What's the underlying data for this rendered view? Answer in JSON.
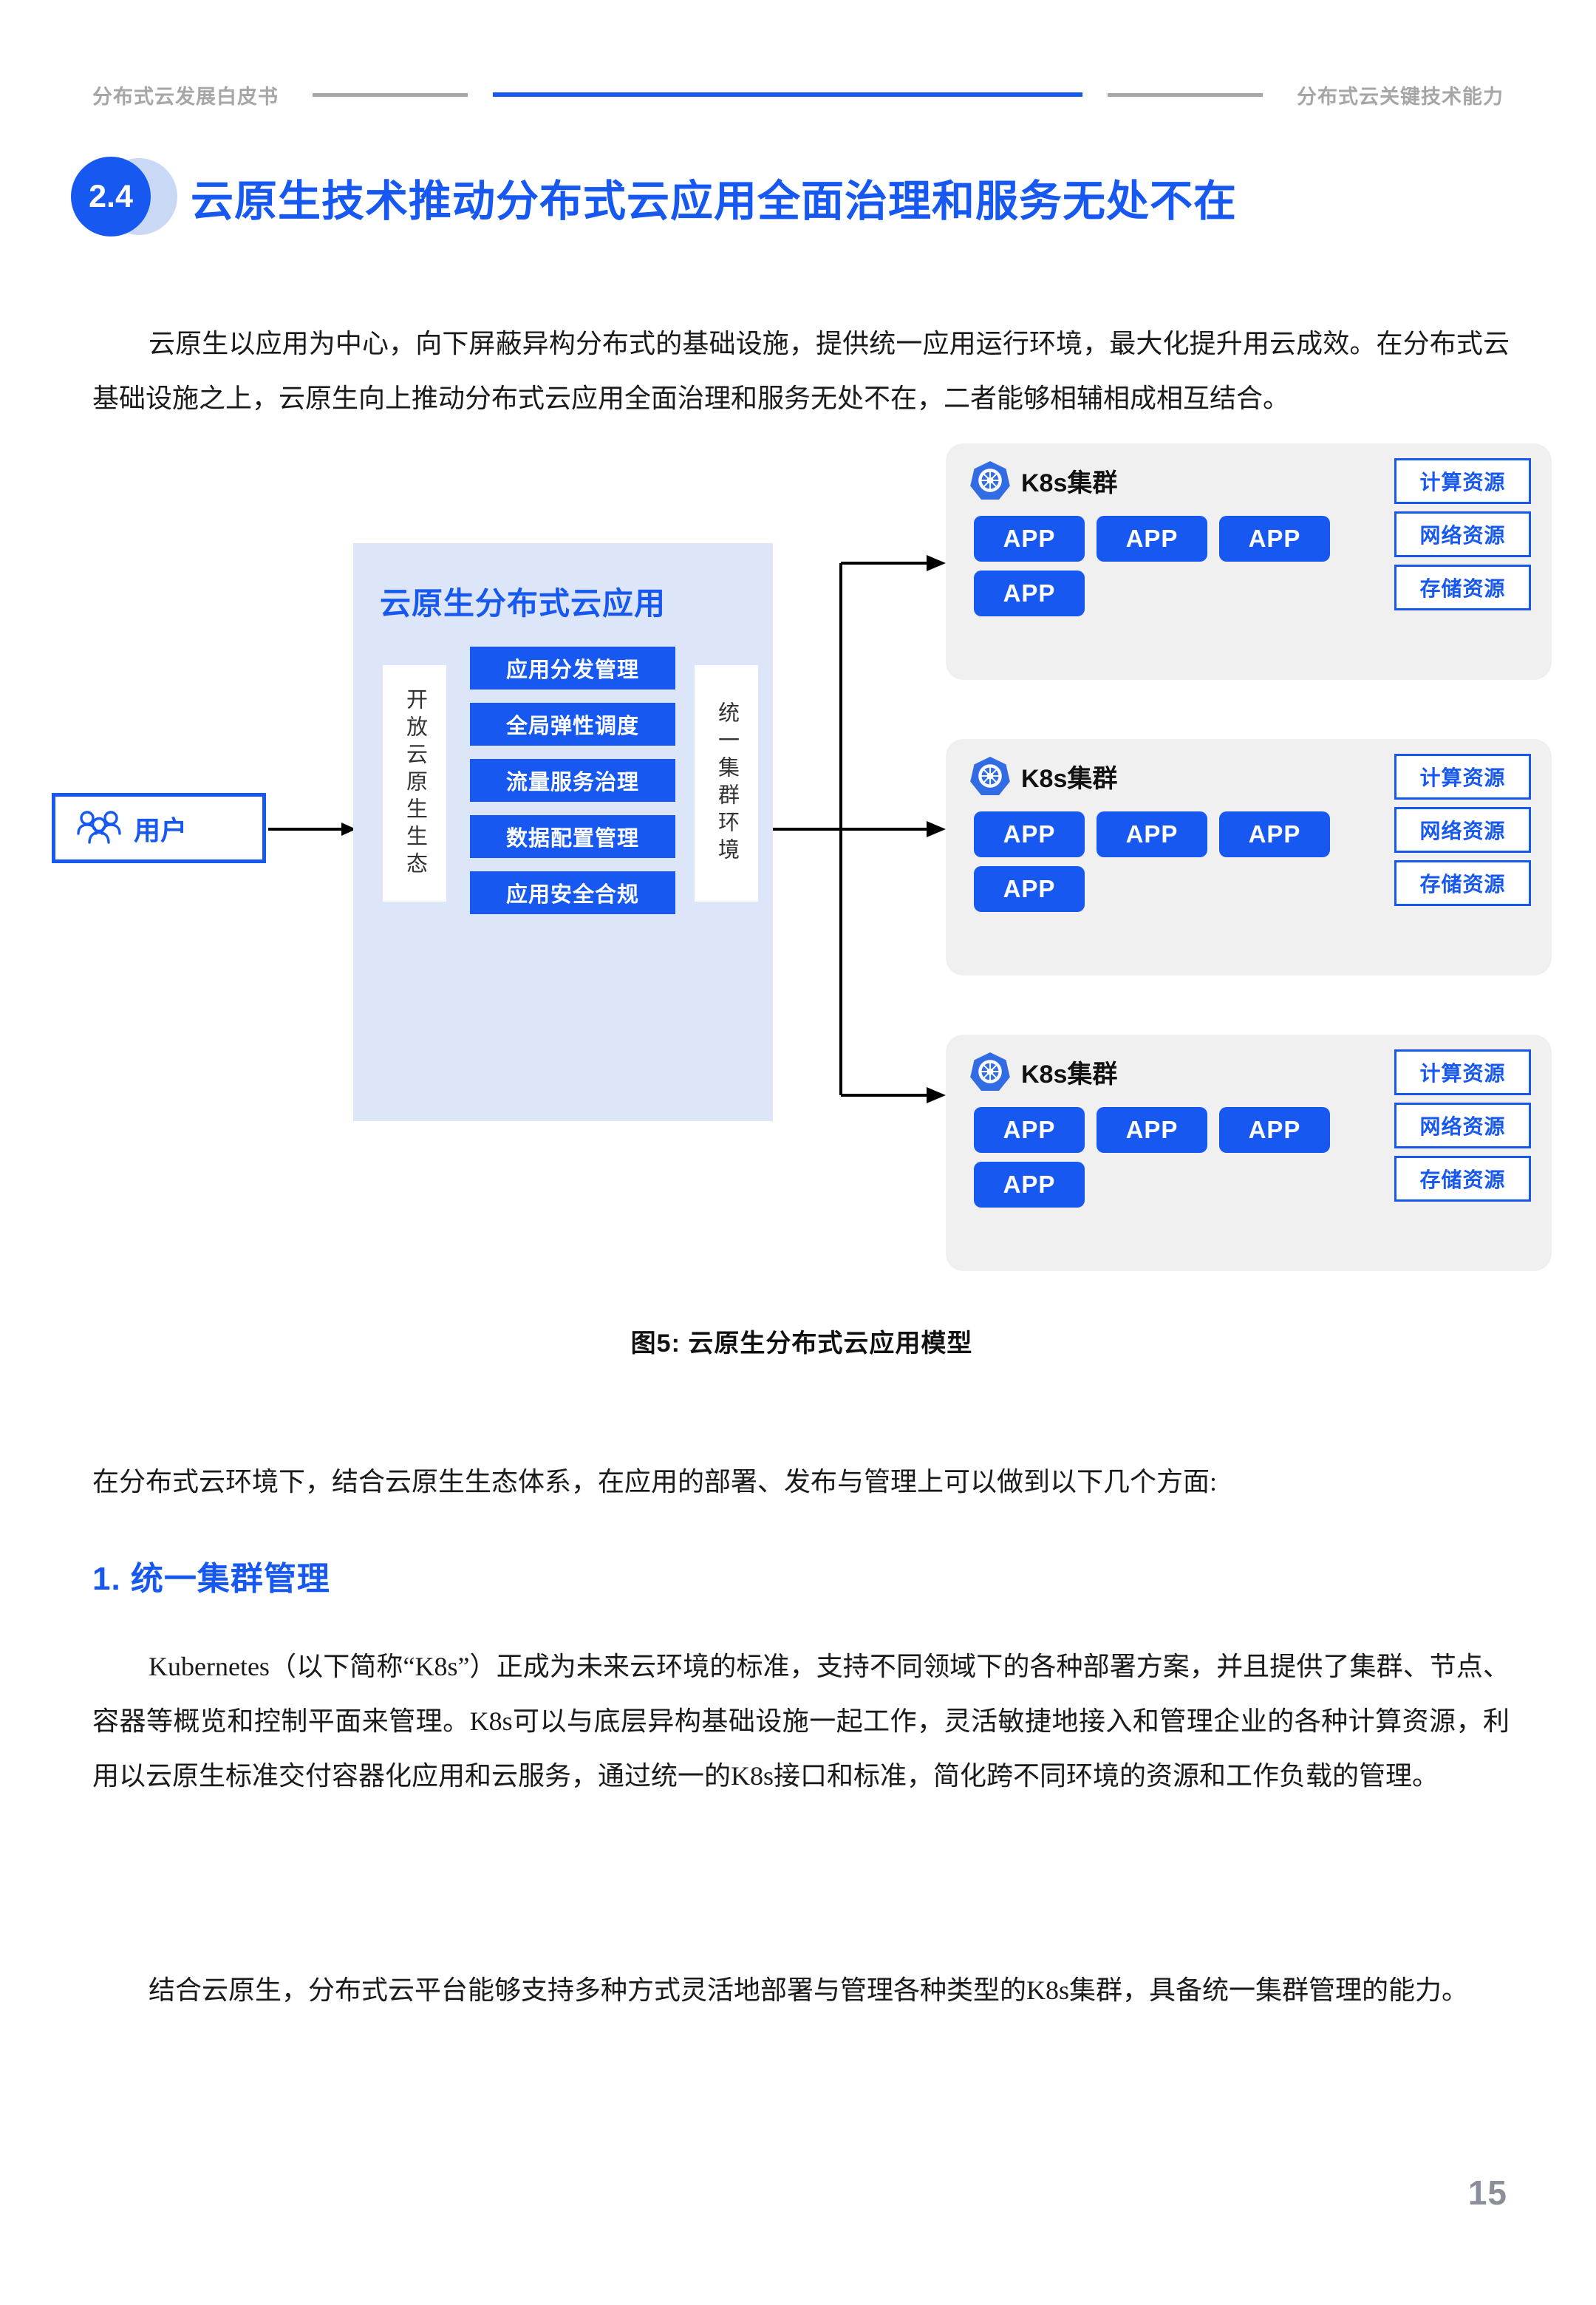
{
  "header": {
    "left_title": "分布式云发展白皮书",
    "right_title": "分布式云关键技术能力"
  },
  "section": {
    "number": "2.4",
    "title": "云原生技术推动分布式云应用全面治理和服务无处不在"
  },
  "paragraphs": {
    "intro": "云原生以应用为中心，向下屏蔽异构分布式的基础设施，提供统一应用运行环境，最大化提升用云成效。在分布式云基础设施之上，云原生向上推动分布式云应用全面治理和服务无处不在，二者能够相辅相成相互结合。",
    "after_figure": "在分布式云环境下，结合云原生生态体系，在应用的部署、发布与管理上可以做到以下几个方面:",
    "k8s": "Kubernetes（以下简称“K8s”）正成为未来云环境的标准，支持不同领域下的各种部署方案，并且提供了集群、节点、容器等概览和控制平面来管理。K8s可以与底层异构基础设施一起工作，灵活敏捷地接入和管理企业的各种计算资源，利用以云原生标准交付容器化应用和云服务，通过统一的K8s接口和标准，简化跨不同环境的资源和工作负载的管理。",
    "closing": "结合云原生，分布式云平台能够支持多种方式灵活地部署与管理各种类型的K8s集群，具备统一集群管理的能力。"
  },
  "sub_heading": "1. 统一集群管理",
  "figure": {
    "caption": "图5: 云原生分布式云应用模型",
    "user_box": {
      "label": "用户",
      "icon": "users-icon"
    },
    "panel": {
      "title": "云原生分布式云应用",
      "left_column": "开放云原生生态",
      "right_column": "统一集群环境",
      "items": [
        "应用分发管理",
        "全局弹性调度",
        "流量服务治理",
        "数据配置管理",
        "应用安全合规"
      ]
    },
    "clusters": [
      {
        "title": "K8s集群",
        "logo": "kubernetes-icon",
        "apps": [
          "APP",
          "APP",
          "APP",
          "APP"
        ],
        "resources": [
          "计算资源",
          "网络资源",
          "存储资源"
        ]
      },
      {
        "title": "K8s集群",
        "logo": "kubernetes-icon",
        "apps": [
          "APP",
          "APP",
          "APP",
          "APP"
        ],
        "resources": [
          "计算资源",
          "网络资源",
          "存储资源"
        ]
      },
      {
        "title": "K8s集群",
        "logo": "kubernetes-icon",
        "apps": [
          "APP",
          "APP",
          "APP",
          "APP"
        ],
        "resources": [
          "计算资源",
          "网络资源",
          "存储资源"
        ]
      }
    ]
  },
  "page_number": "15",
  "colors": {
    "brand_blue": "#1658f0",
    "panel_bg": "#dde5f8",
    "cluster_bg": "#f0f0f0",
    "header_gray": "#a6a6a6"
  }
}
